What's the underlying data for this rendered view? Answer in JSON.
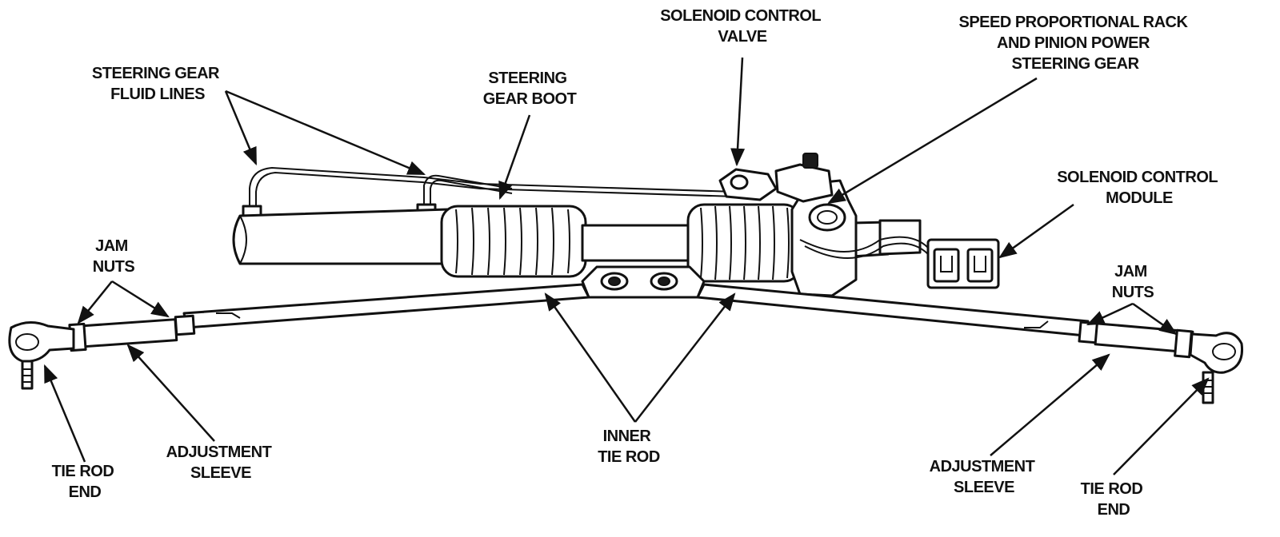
{
  "labels": {
    "fluid_lines": [
      "STEERING GEAR",
      "FLUID LINES"
    ],
    "gear_boot": [
      "STEERING",
      "GEAR BOOT"
    ],
    "solenoid_valve": [
      "SOLENOID CONTROL",
      "VALVE"
    ],
    "rack_pinion": [
      "SPEED PROPORTIONAL RACK",
      "AND PINION POWER",
      "STEERING GEAR"
    ],
    "solenoid_module": [
      "SOLENOID CONTROL",
      "MODULE"
    ],
    "jam_nuts_left": [
      "JAM",
      "NUTS"
    ],
    "jam_nuts_right": [
      "JAM",
      "NUTS"
    ],
    "tie_rod_end_left": [
      "TIE ROD",
      "END"
    ],
    "adjustment_sleeve_left": [
      "ADJUSTMENT",
      "SLEEVE"
    ],
    "inner_tie_rod": [
      "INNER",
      "TIE ROD"
    ],
    "adjustment_sleeve_right": [
      "ADJUSTMENT",
      "SLEEVE"
    ],
    "tie_rod_end_right": [
      "TIE ROD",
      "END"
    ]
  },
  "colors": {
    "ink": "#111111",
    "background": "#ffffff"
  }
}
